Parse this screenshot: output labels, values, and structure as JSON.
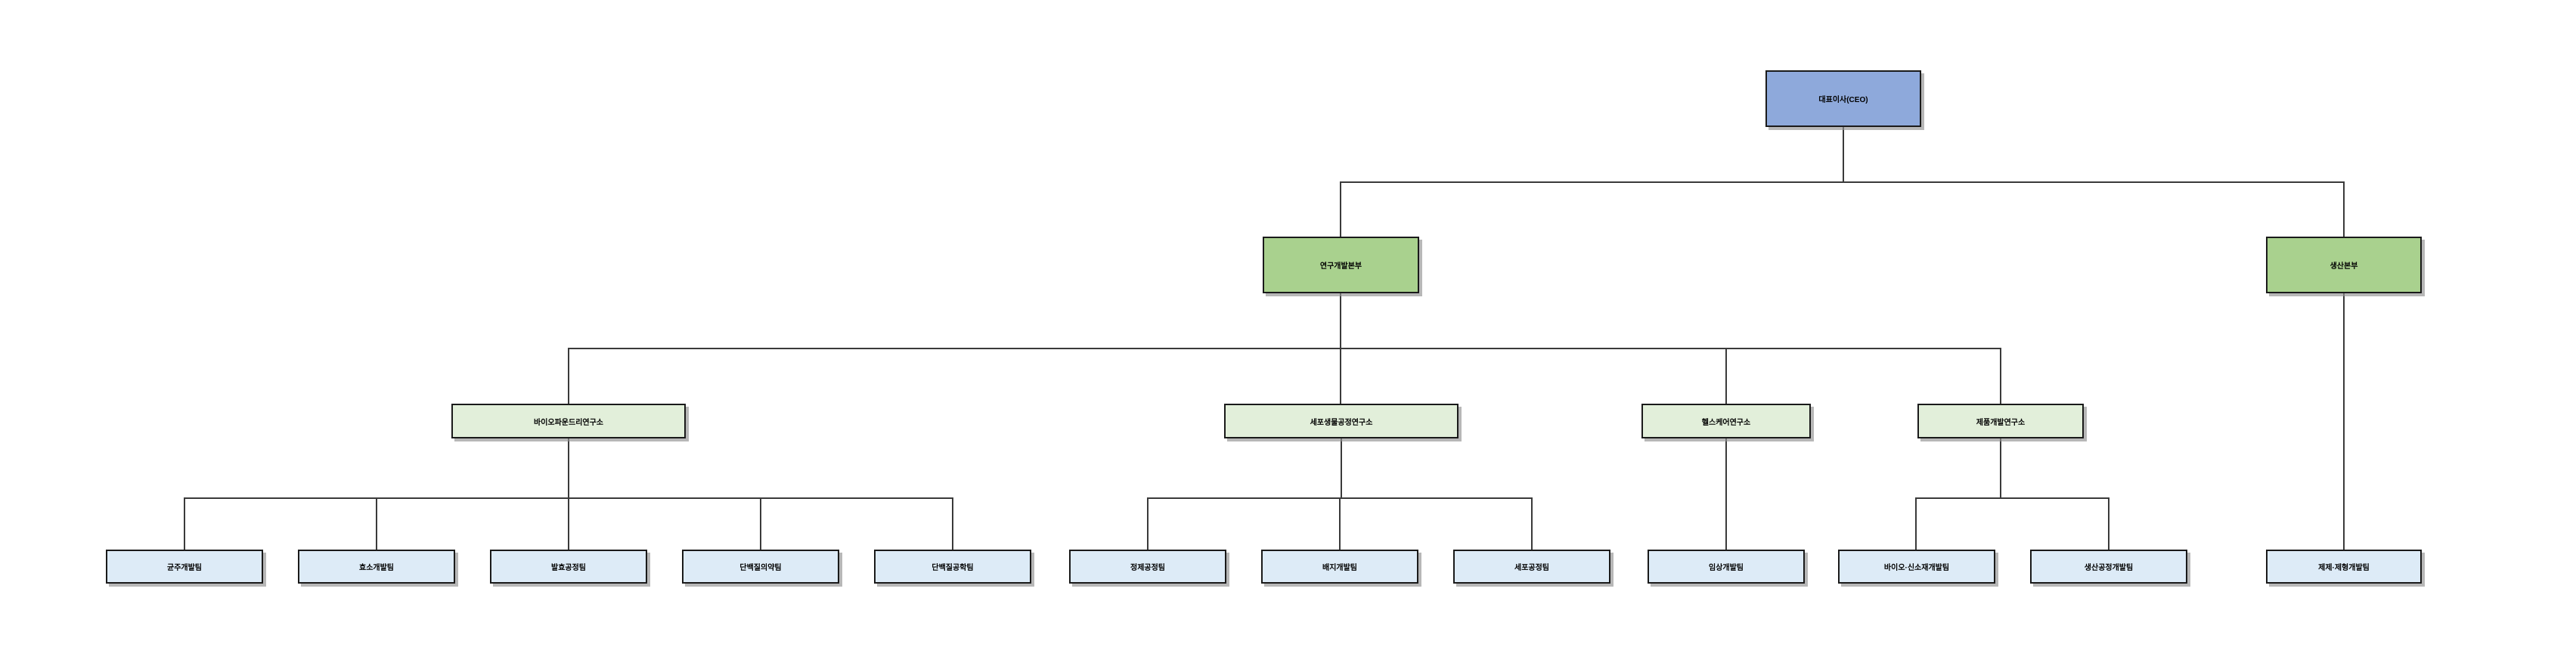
{
  "org_chart": {
    "title": "organization-chart",
    "ceo": {
      "label": "대표이사(CEO)"
    },
    "divisions": [
      {
        "label": "연구개발본부",
        "institutes": [
          {
            "label": "바이오파운드리연구소",
            "teams": [
              "균주개발팀",
              "효소개발팀",
              "발효공정팀",
              "단백질의약팀",
              "단백질공학팀"
            ]
          },
          {
            "label": "세포생물공정연구소",
            "teams": [
              "정제공정팀",
              "배지개발팀",
              "세포공정팀"
            ]
          },
          {
            "label": "헬스케어연구소",
            "teams": [
              "임상개발팀"
            ]
          },
          {
            "label": "제품개발연구소",
            "teams": [
              "바이오·신소재개발팀",
              "생산공정개발팀"
            ]
          }
        ]
      },
      {
        "label": "생산본부",
        "teams": [
          "제제·제형개발팀"
        ]
      }
    ],
    "colors": {
      "ceo_fill": "#8ea9db",
      "division_fill": "#a9d18e",
      "institute_fill": "#e2efda",
      "team_fill": "#ddebf7",
      "border": "#1a1a1a",
      "connector": "#3a3a3a",
      "text": "#000000",
      "background": "#ffffff"
    }
  }
}
